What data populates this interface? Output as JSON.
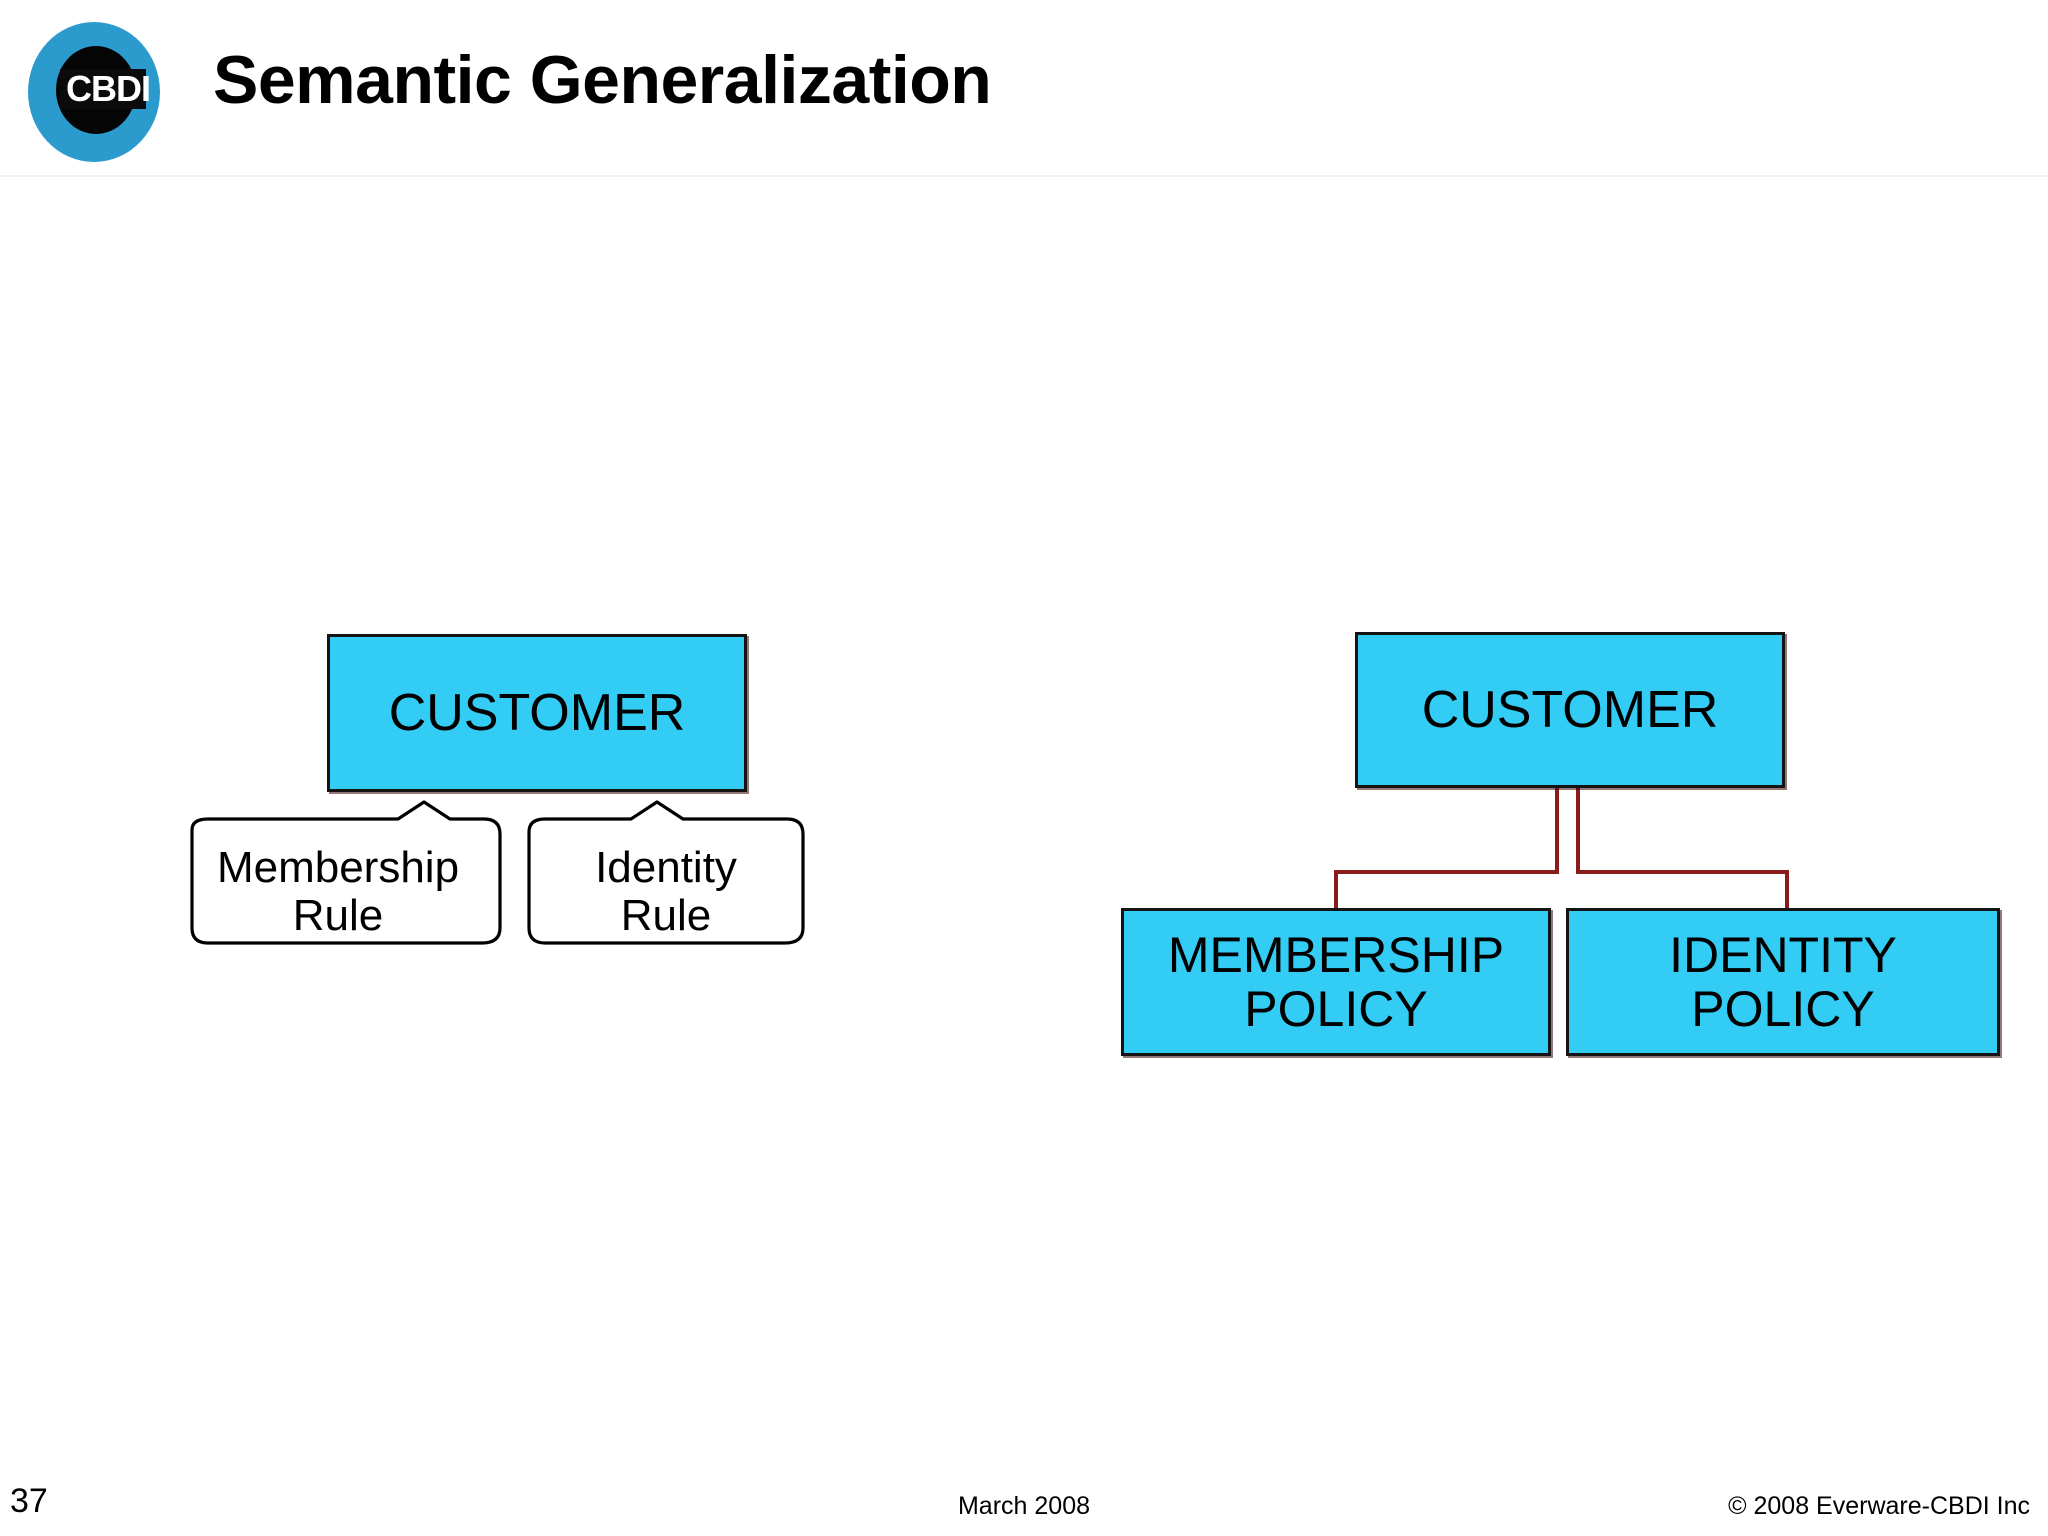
{
  "slide": {
    "title": "Semantic Generalization",
    "page_number": "37",
    "logo_text": "CBDI",
    "logo_name": "cbdi-logo"
  },
  "footer": {
    "date": "March 2008",
    "copyright": "© 2008 Everware-CBDI Inc"
  },
  "colors": {
    "entity_fill": "#33ccf4",
    "entity_border": "#141414",
    "connector": "#8b1c1c",
    "logo_blue": "#2b9bce",
    "logo_inner": "#000000",
    "header_rule": "#f1f1f1"
  },
  "diagram_left": {
    "name": "rule-annotation-diagram",
    "root": {
      "label": "CUSTOMER"
    },
    "callouts": [
      {
        "label_line1": "Membership",
        "label_line2": "Rule"
      },
      {
        "label_line1": "Identity",
        "label_line2": "Rule"
      }
    ]
  },
  "diagram_right": {
    "name": "policy-generalization-diagram",
    "root": {
      "label": "CUSTOMER"
    },
    "children": [
      {
        "label_line1": "MEMBERSHIP",
        "label_line2": "POLICY"
      },
      {
        "label_line1": "IDENTITY",
        "label_line2": "POLICY"
      }
    ]
  }
}
